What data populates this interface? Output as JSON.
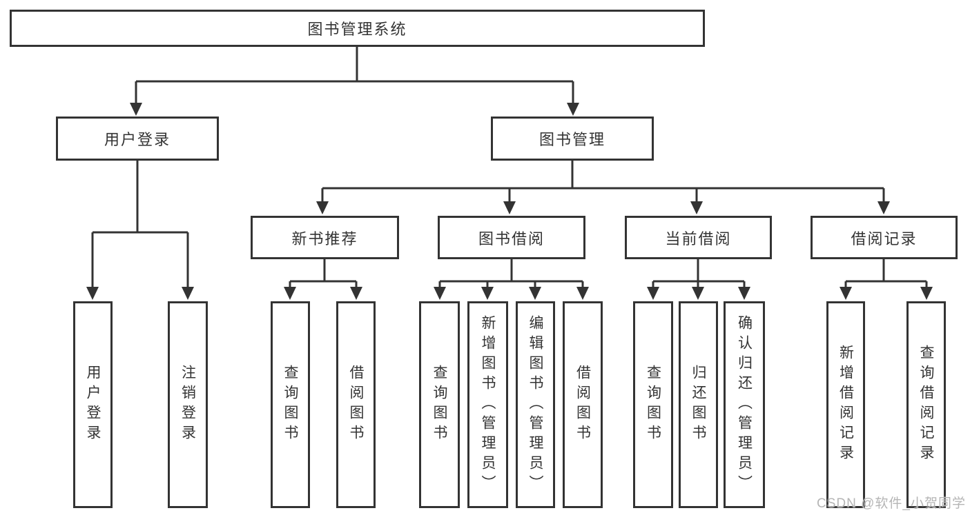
{
  "diagram_title": "图书管理系统",
  "tree": {
    "root": {
      "label": "图书管理系统"
    },
    "branches": [
      {
        "label": "用户登录",
        "children": [
          {
            "label": "用户登录"
          },
          {
            "label": "注销登录"
          }
        ]
      },
      {
        "label": "图书管理",
        "children": [
          {
            "label": "新书推荐",
            "children": [
              {
                "label": "查询图书"
              },
              {
                "label": "借阅图书"
              }
            ]
          },
          {
            "label": "图书借阅",
            "children": [
              {
                "label": "查询图书"
              },
              {
                "label": "新增图书（管理员）"
              },
              {
                "label": "编辑图书（管理员）"
              },
              {
                "label": "借阅图书"
              }
            ]
          },
          {
            "label": "当前借阅",
            "children": [
              {
                "label": "查询图书"
              },
              {
                "label": "归还图书"
              },
              {
                "label": "确认归还（管理员）"
              }
            ]
          },
          {
            "label": "借阅记录",
            "children": [
              {
                "label": "新增借阅记录"
              },
              {
                "label": "查询借阅记录"
              }
            ]
          }
        ]
      }
    ]
  },
  "watermark": {
    "text": "CSDN @软件_小贺同学"
  },
  "colors": {
    "line": "#333333",
    "border": "#333333",
    "text": "#333333",
    "watermark": "#b5b5b5",
    "bg": "#ffffff"
  }
}
